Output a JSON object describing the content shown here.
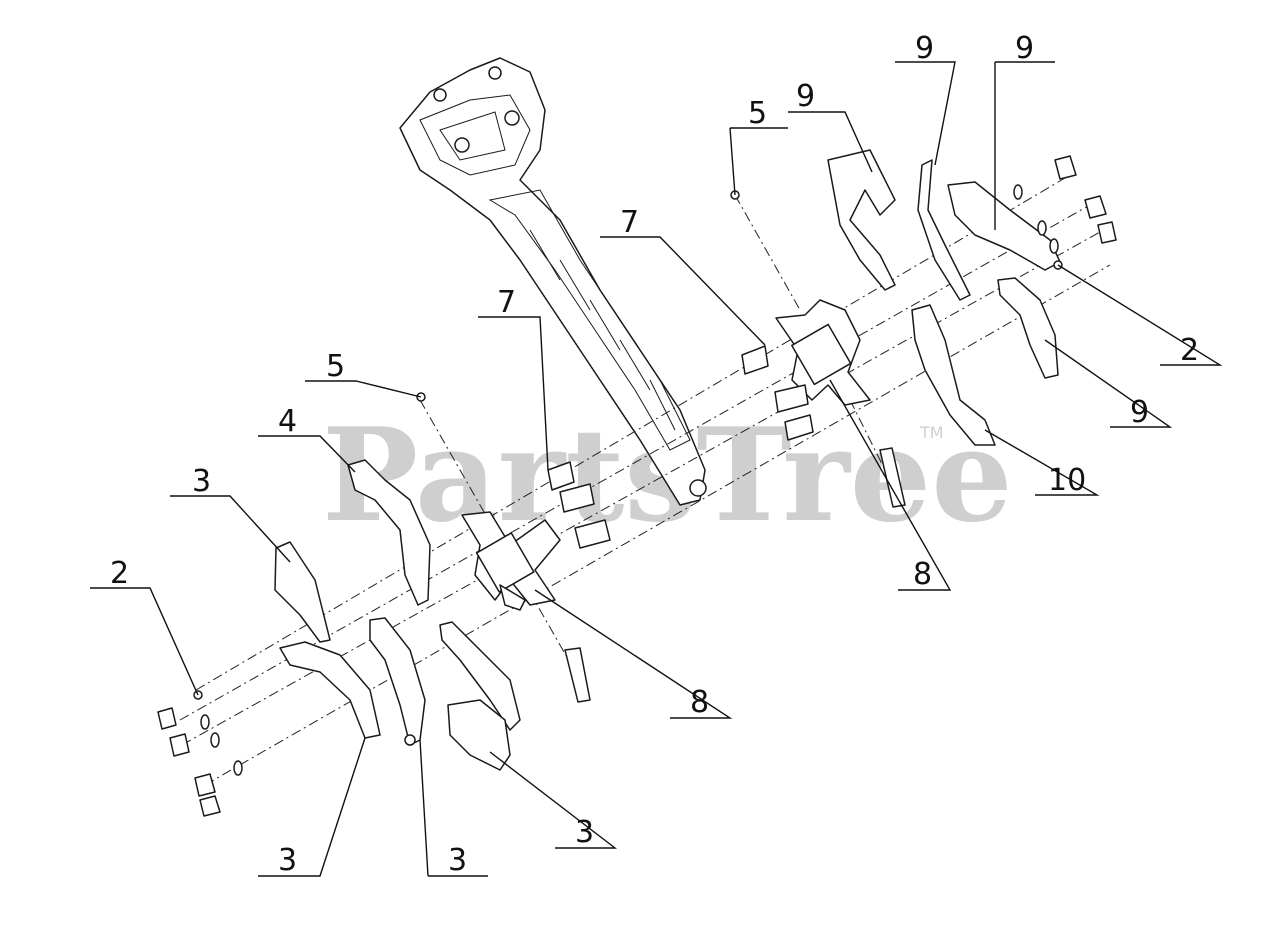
{
  "watermark": {
    "text": "PartsTree",
    "trademark": "TM"
  },
  "callouts": [
    "9",
    "9",
    "9",
    "5",
    "7",
    "2",
    "7",
    "5",
    "4",
    "9",
    "3",
    "10",
    "2",
    "8",
    "8",
    "3",
    "3",
    "3"
  ]
}
